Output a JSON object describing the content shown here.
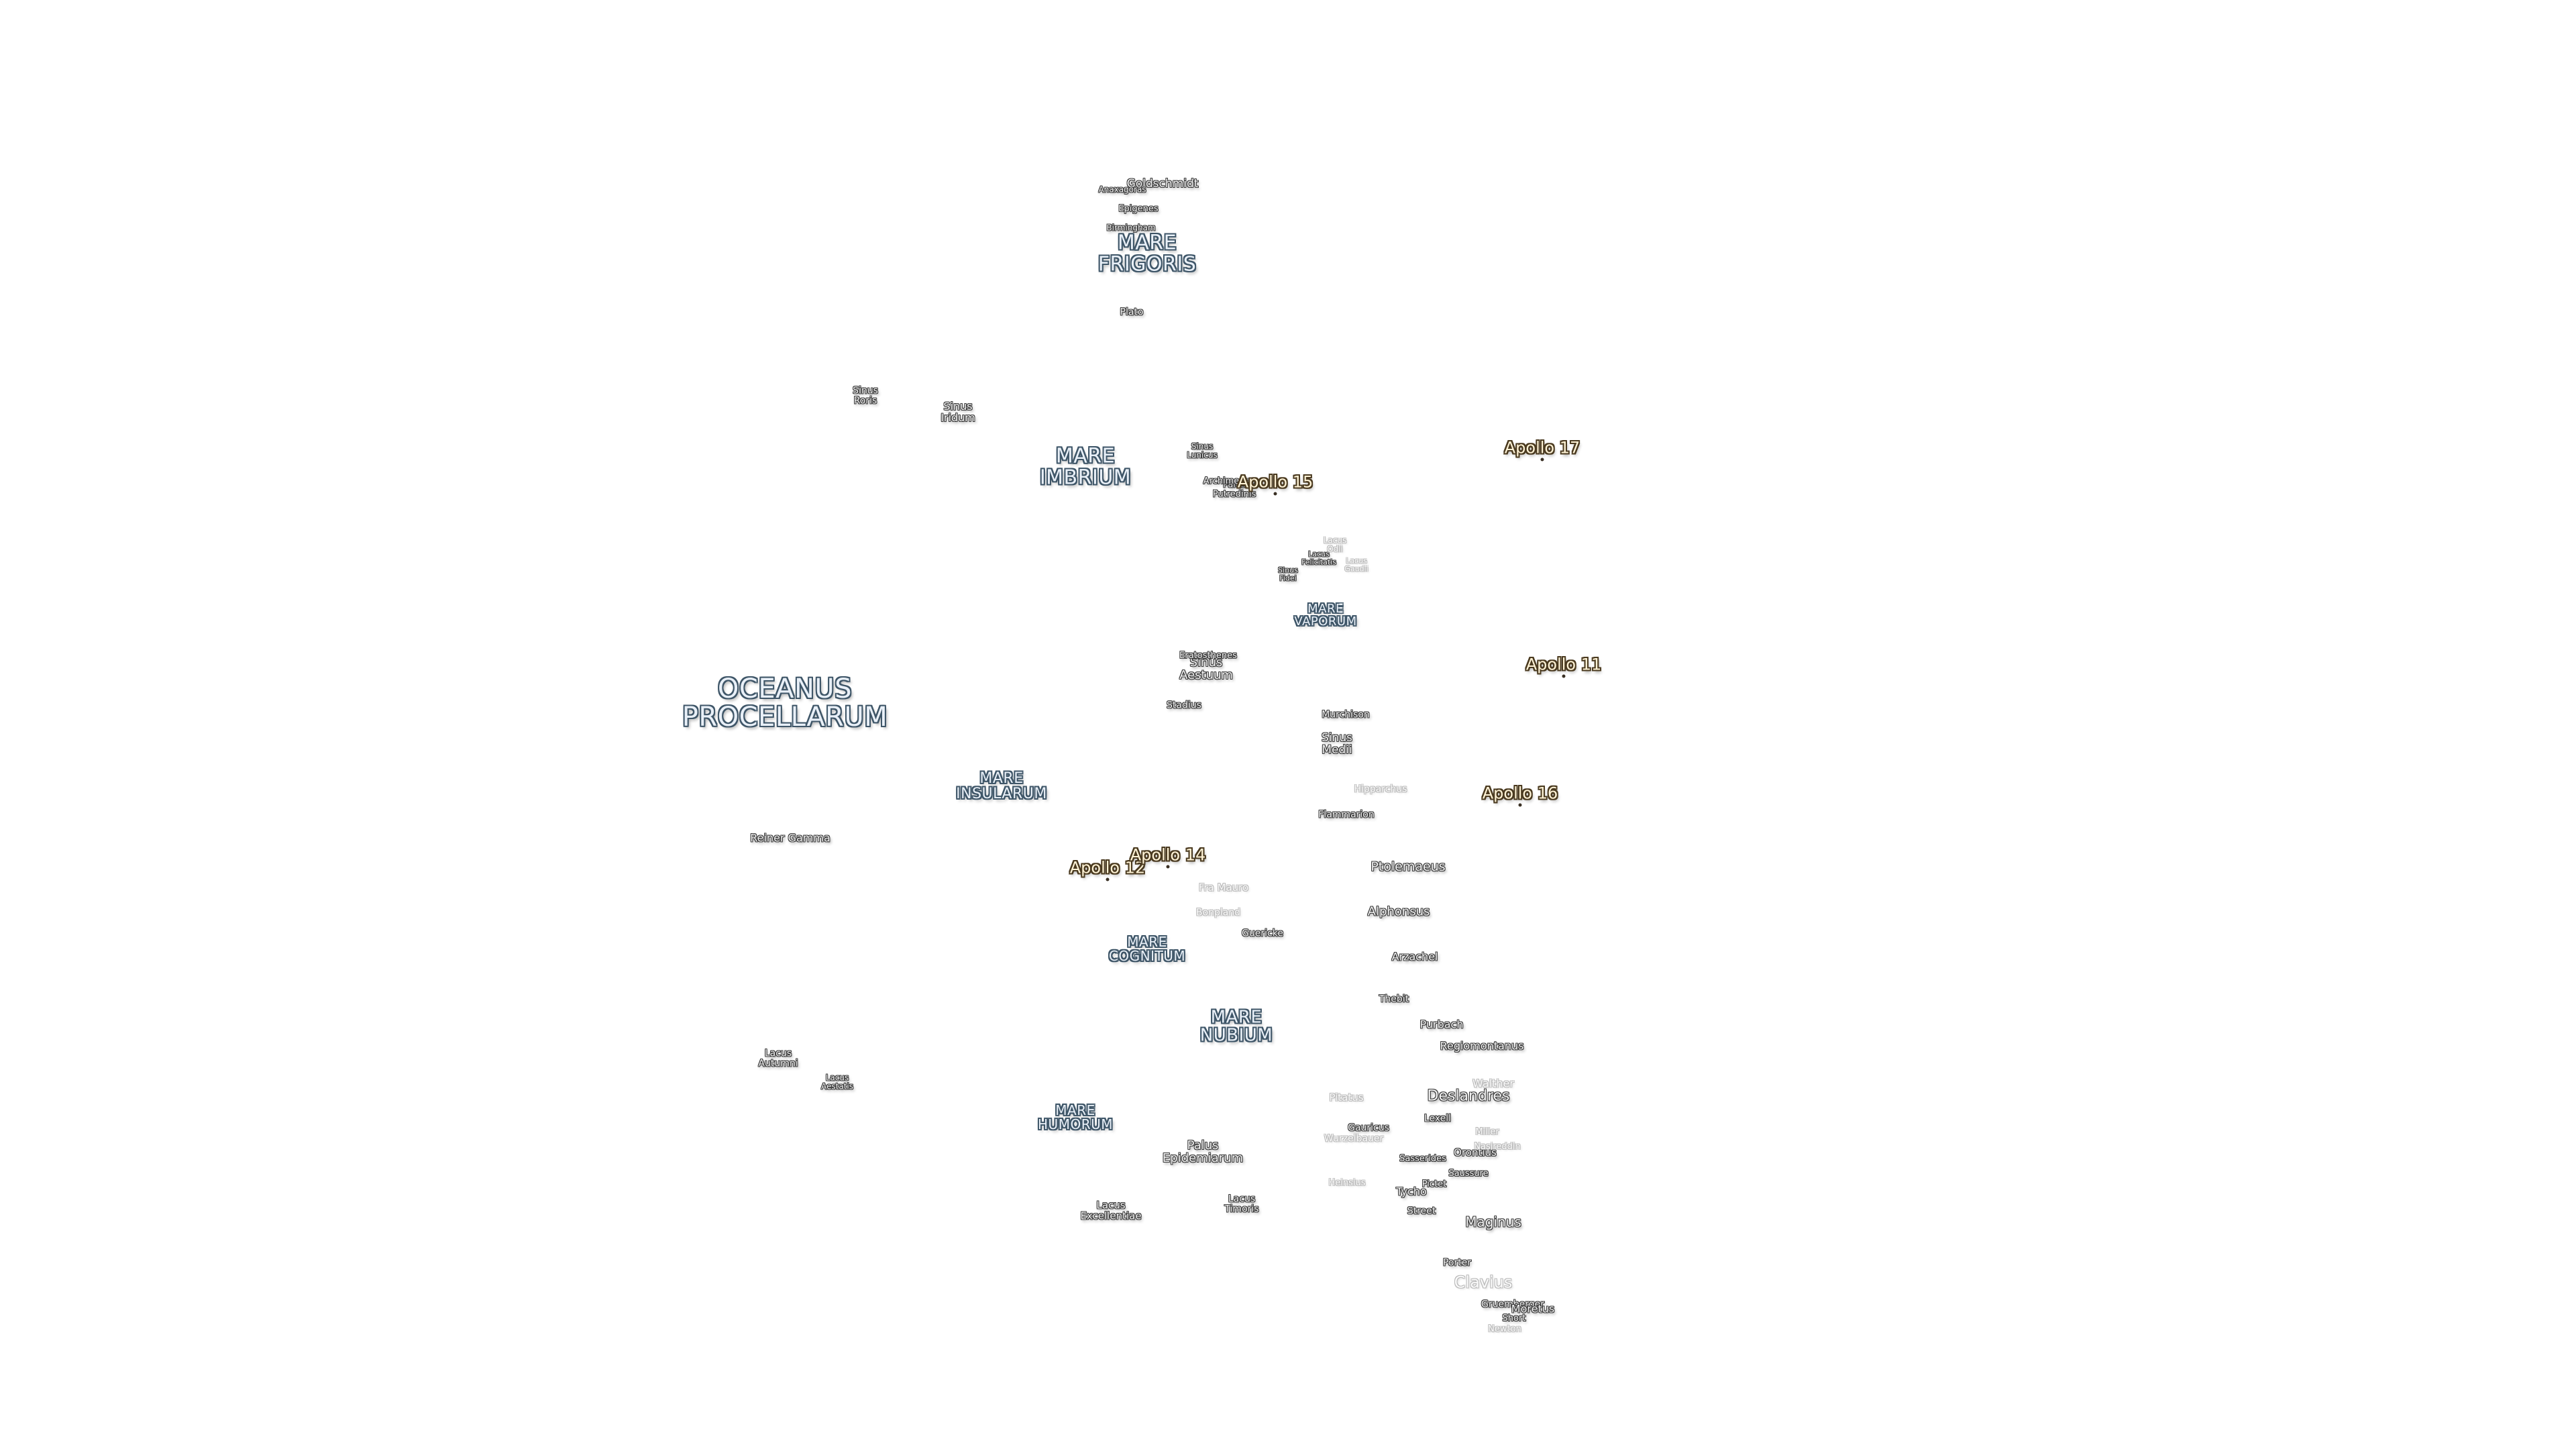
{
  "map": {
    "labels": [
      {
        "id": "oceanus-procellarum",
        "text": "OCEANUS\nPROCELLARUM",
        "kind": "mare",
        "size": 40
      },
      {
        "id": "mare-frigoris",
        "text": "MARE\nFRIGORIS",
        "kind": "mare",
        "size": 30
      },
      {
        "id": "mare-imbrium",
        "text": "MARE\nIMBRIUM",
        "kind": "mare",
        "size": 30
      },
      {
        "id": "mare-vaporum",
        "text": "MARE\nVAPORUM",
        "kind": "mare",
        "size": 18
      },
      {
        "id": "mare-insularum",
        "text": "MARE\nINSULARUM",
        "kind": "mare",
        "size": 22
      },
      {
        "id": "mare-cognitum",
        "text": "MARE\nCOGNITUM",
        "kind": "mare",
        "size": 20
      },
      {
        "id": "mare-nubium",
        "text": "MARE\nNUBIUM",
        "kind": "mare",
        "size": 26
      },
      {
        "id": "mare-humorum",
        "text": "MARE\nHUMORUM",
        "kind": "mare",
        "size": 20
      },
      {
        "id": "sinus-roris",
        "text": "Sinus\nRoris",
        "kind": "crater",
        "size": 14
      },
      {
        "id": "sinus-iridum",
        "text": "Sinus\nIridum",
        "kind": "crater",
        "size": 16
      },
      {
        "id": "sinus-lunicus",
        "text": "Sinus\nLunicus",
        "kind": "crater",
        "size": 12
      },
      {
        "id": "sinus-aestuum",
        "text": "Sinus\nAestuum",
        "kind": "crater",
        "size": 18
      },
      {
        "id": "sinus-medii",
        "text": "Sinus\nMedii",
        "kind": "crater",
        "size": 17
      },
      {
        "id": "sinus-fidei",
        "text": "Sinus\nFidei",
        "kind": "crater",
        "size": 11
      },
      {
        "id": "palus-epidemiarum",
        "text": "Palus\nEpidemiarum",
        "kind": "crater",
        "size": 18
      },
      {
        "id": "palus-putredinis",
        "text": "Palus\nPutredinis",
        "kind": "crater",
        "size": 13
      },
      {
        "id": "lacus-autumni",
        "text": "Lacus\nAutumni",
        "kind": "crater",
        "size": 14
      },
      {
        "id": "lacus-aestatis",
        "text": "Lacus\nAestatis",
        "kind": "crater",
        "size": 12
      },
      {
        "id": "lacus-excellentiae",
        "text": "Lacus\nExcellentiae",
        "kind": "crater",
        "size": 15
      },
      {
        "id": "lacus-timoris",
        "text": "Lacus\nTimoris",
        "kind": "crater",
        "size": 14
      },
      {
        "id": "lacus-felicitatis",
        "text": "Lacus\nFelicitatis",
        "kind": "crater",
        "size": 11
      },
      {
        "id": "lacus-odii",
        "text": "Lacus\nOdii",
        "kind": "faint",
        "size": 12
      },
      {
        "id": "lacus-gaudii",
        "text": "Lacus\nGaudii",
        "kind": "faint",
        "size": 11
      },
      {
        "id": "goldschmidt",
        "text": "Goldschmidt",
        "kind": "crater",
        "size": 17
      },
      {
        "id": "anaxagoras",
        "text": "Anaxagoras",
        "kind": "crater",
        "size": 12
      },
      {
        "id": "epigenes",
        "text": "Epigenes",
        "kind": "crater",
        "size": 13
      },
      {
        "id": "birmingham",
        "text": "Birmingham",
        "kind": "crater",
        "size": 12
      },
      {
        "id": "plato",
        "text": "Plato",
        "kind": "crater",
        "size": 14
      },
      {
        "id": "archimedes",
        "text": "Archimedes",
        "kind": "crater",
        "size": 13
      },
      {
        "id": "eratosthenes",
        "text": "Eratosthenes",
        "kind": "crater",
        "size": 13
      },
      {
        "id": "stadius",
        "text": "Stadius",
        "kind": "crater",
        "size": 14
      },
      {
        "id": "murchison",
        "text": "Murchison",
        "kind": "crater",
        "size": 14
      },
      {
        "id": "flammarion",
        "text": "Flammarion",
        "kind": "crater",
        "size": 14
      },
      {
        "id": "reiner-gamma",
        "text": "Reiner Gamma",
        "kind": "crater",
        "size": 16
      },
      {
        "id": "ptolemaeus",
        "text": "Ptolemaeus",
        "kind": "crater",
        "size": 19
      },
      {
        "id": "alphonsus",
        "text": "Alphonsus",
        "kind": "crater",
        "size": 18
      },
      {
        "id": "arzachel",
        "text": "Arzachel",
        "kind": "crater",
        "size": 16
      },
      {
        "id": "thebit",
        "text": "Thebit",
        "kind": "crater",
        "size": 14
      },
      {
        "id": "purbach",
        "text": "Purbach",
        "kind": "crater",
        "size": 16
      },
      {
        "id": "regiomontanus",
        "text": "Regiomontanus",
        "kind": "crater",
        "size": 16
      },
      {
        "id": "deslandres",
        "text": "Deslandres",
        "kind": "crater",
        "size": 22
      },
      {
        "id": "lexell",
        "text": "Lexell",
        "kind": "crater",
        "size": 14
      },
      {
        "id": "orontius",
        "text": "Orontius",
        "kind": "crater",
        "size": 15
      },
      {
        "id": "sasserides",
        "text": "Sasserides",
        "kind": "crater",
        "size": 13
      },
      {
        "id": "saussure",
        "text": "Saussure",
        "kind": "crater",
        "size": 13
      },
      {
        "id": "pictet",
        "text": "Pictet",
        "kind": "crater",
        "size": 13
      },
      {
        "id": "tycho",
        "text": "Tycho",
        "kind": "crater",
        "size": 16
      },
      {
        "id": "street",
        "text": "Street",
        "kind": "crater",
        "size": 14
      },
      {
        "id": "maginus",
        "text": "Maginus",
        "kind": "crater",
        "size": 20
      },
      {
        "id": "porter",
        "text": "Porter",
        "kind": "crater",
        "size": 14
      },
      {
        "id": "gruemberger",
        "text": "Gruemberger",
        "kind": "crater",
        "size": 14
      },
      {
        "id": "moretus",
        "text": "Moretus",
        "kind": "crater",
        "size": 16
      },
      {
        "id": "short",
        "text": "Short",
        "kind": "crater",
        "size": 13
      },
      {
        "id": "guericke",
        "text": "Guericke",
        "kind": "crater",
        "size": 14
      },
      {
        "id": "gauricus",
        "text": "Gauricus",
        "kind": "crater",
        "size": 14
      },
      {
        "id": "heinsius",
        "text": "Heinsius",
        "kind": "faint",
        "size": 13
      },
      {
        "id": "pitatus",
        "text": "Pitatus",
        "kind": "faint",
        "size": 15
      },
      {
        "id": "wurzelbauer",
        "text": "Wurzelbauer",
        "kind": "faint",
        "size": 14
      },
      {
        "id": "walther",
        "text": "Walther",
        "kind": "faint",
        "size": 16
      },
      {
        "id": "miller",
        "text": "Miller",
        "kind": "faint",
        "size": 13
      },
      {
        "id": "nasireddin",
        "text": "Nasireddin",
        "kind": "faint",
        "size": 13
      },
      {
        "id": "clavius",
        "text": "Clavius",
        "kind": "faint",
        "size": 24
      },
      {
        "id": "newton",
        "text": "Newton",
        "kind": "faint",
        "size": 13
      },
      {
        "id": "hipparchus",
        "text": "Hipparchus",
        "kind": "faint",
        "size": 14
      },
      {
        "id": "fra-mauro",
        "text": "Fra Mauro",
        "kind": "faint",
        "size": 15
      },
      {
        "id": "bonpland",
        "text": "Bonpland",
        "kind": "faint",
        "size": 14
      },
      {
        "id": "apollo-11",
        "text": "Apollo 11",
        "kind": "apollo",
        "size": 24
      },
      {
        "id": "apollo-12",
        "text": "Apollo 12",
        "kind": "apollo",
        "size": 24
      },
      {
        "id": "apollo-14",
        "text": "Apollo 14",
        "kind": "apollo",
        "size": 24
      },
      {
        "id": "apollo-15",
        "text": "Apollo 15",
        "kind": "apollo",
        "size": 24
      },
      {
        "id": "apollo-16",
        "text": "Apollo 16",
        "kind": "apollo",
        "size": 24
      },
      {
        "id": "apollo-17",
        "text": "Apollo 17",
        "kind": "apollo",
        "size": 24
      }
    ]
  },
  "colors": {
    "background": "#ffffff",
    "mare_fill": "#e9f0f8",
    "mare_outline": "#3f5668",
    "crater_fill": "#f2f2f2",
    "crater_outline": "#3a3a3a",
    "apollo_fill": "#fff3d6",
    "apollo_outline": "#4a3a20"
  }
}
